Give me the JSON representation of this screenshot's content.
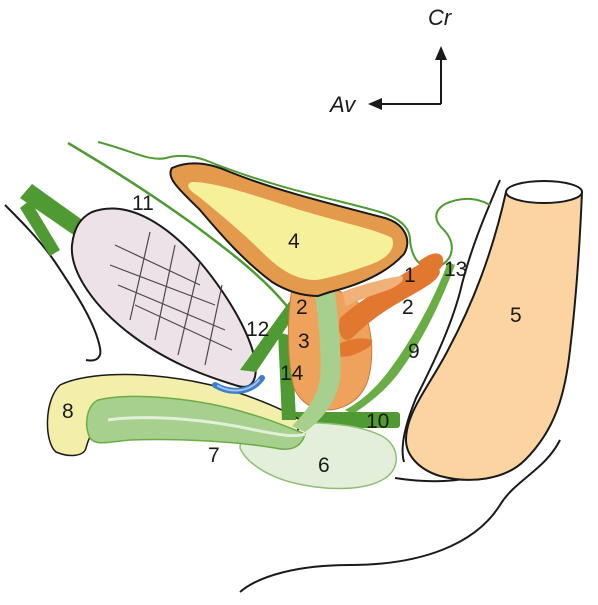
{
  "orientation": {
    "cranial": "Cr",
    "anterior": "Av"
  },
  "labels": {
    "l1": "1",
    "l2a": "2",
    "l2b": "2",
    "l3": "3",
    "l4": "4",
    "l5": "5",
    "l6": "6",
    "l7": "7",
    "l8": "8",
    "l9": "9",
    "l10": "10",
    "l11": "11",
    "l12": "12",
    "l13": "13",
    "l14": "14"
  },
  "colors": {
    "outline": "#1a1a1a",
    "fascia_green": "#4f9a32",
    "light_green": "#a7cf8e",
    "pale_green": "#e3efdb",
    "bladder_outer": "#e39a4c",
    "bladder_inner": "#f7f09b",
    "prostate_orange": "#efa25c",
    "seminal_dark": "#e2782f",
    "rectum_peach": "#fbd4a2",
    "bone_pink": "#ede2e8",
    "penis_yellow": "#f3eeaa",
    "urethra_blue": "#3d7ec9"
  }
}
